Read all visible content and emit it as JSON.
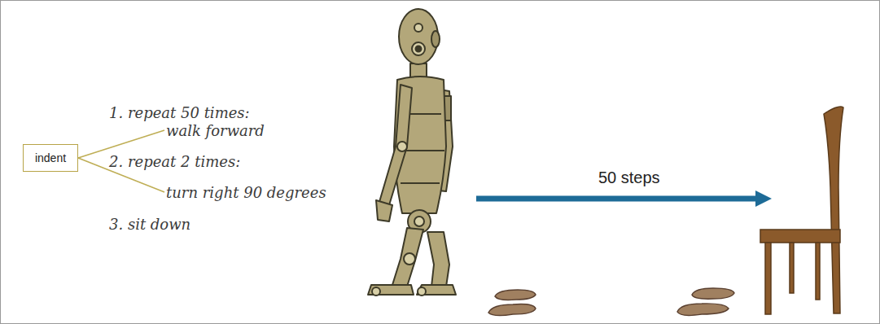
{
  "diagram": {
    "nodes": [
      {
        "text": [
          "indent"
        ]
      }
    ],
    "labels": [
      "1. repeat 50 times:",
      "walk forward",
      "2. repeat 2 times:",
      "turn right 90 degrees",
      "3. sit down",
      "50 steps"
    ]
  }
}
